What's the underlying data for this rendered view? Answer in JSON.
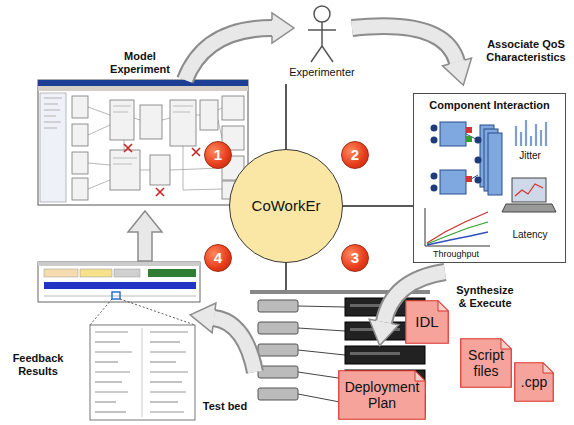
{
  "diagram": {
    "nodes": [
      {
        "text": [
          "1"
        ]
      },
      {
        "text": [
          "2"
        ]
      },
      {
        "text": [
          "Component Interaction"
        ]
      },
      {
        "text": [
          "CoWorkEr"
        ]
      },
      {
        "text": [
          "4"
        ]
      },
      {
        "text": [
          "3"
        ]
      },
      {
        "text": [
          "IDL"
        ]
      },
      {
        "text": [
          "Script files"
        ]
      },
      {
        "text": [
          ".cpp"
        ]
      },
      {
        "text": [
          "Deployment Plan"
        ]
      }
    ],
    "edges": [
      {
        "from": 3,
        "to": 2,
        "arrow": "none"
      }
    ],
    "labels": [
      "Model Experiment",
      "Experimenter",
      "Associate QoS Characteristics",
      "Jitter",
      "Latency",
      "Throughput",
      "Synthesize & Execute",
      "Feedback Results",
      "Test bed"
    ]
  }
}
